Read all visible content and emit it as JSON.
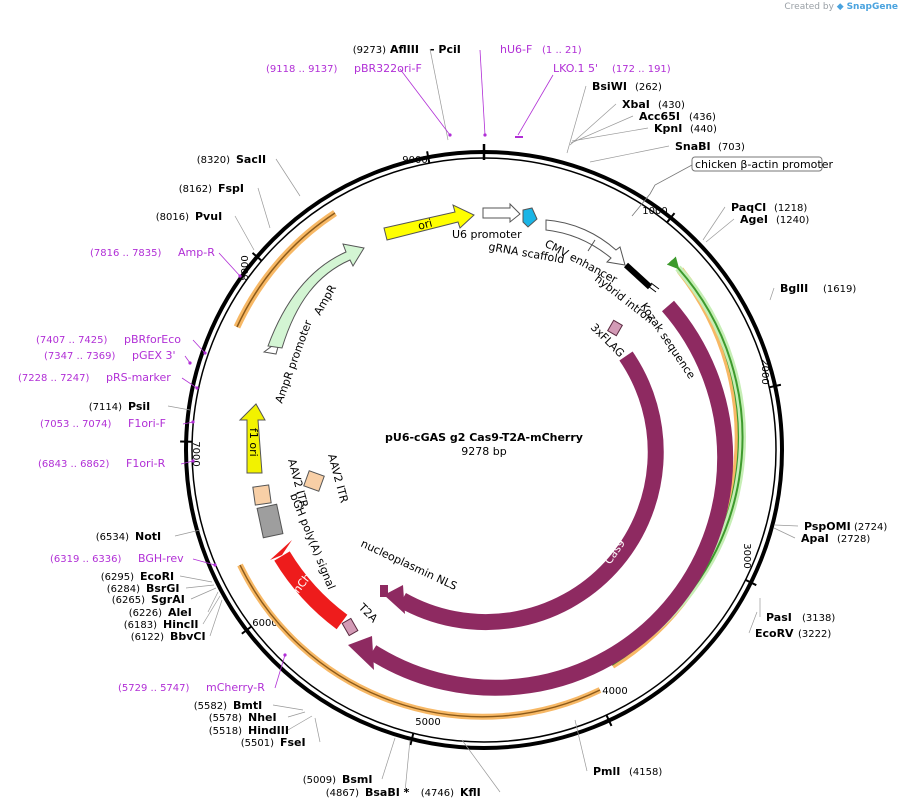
{
  "header": {
    "credit_prefix": "Created by",
    "credit_brand": "SnapGene"
  },
  "plasmid": {
    "name": "pU6-cGAS g2 Cas9-T2A-mCherry",
    "size_label": "9278 bp",
    "length": 9278
  },
  "ticks": [
    "1000",
    "2000",
    "3000",
    "4000",
    "5000",
    "6000",
    "7000",
    "8000",
    "9000"
  ],
  "sites": [
    {
      "name": "AflIII",
      "pos": "(9273)"
    },
    {
      "name": "- PciI",
      "pos": ""
    },
    {
      "name": "BsiWI",
      "pos": "(262)"
    },
    {
      "name": "XbaI",
      "pos": "(430)"
    },
    {
      "name": "Acc65I",
      "pos": "(436)"
    },
    {
      "name": "KpnI",
      "pos": "(440)"
    },
    {
      "name": "SnaBI",
      "pos": "(703)"
    },
    {
      "name": "PaqCI",
      "pos": "(1218)"
    },
    {
      "name": "AgeI",
      "pos": "(1240)"
    },
    {
      "name": "BglII",
      "pos": "(1619)"
    },
    {
      "name": "PspOMI",
      "pos": "(2724)"
    },
    {
      "name": "ApaI",
      "pos": "(2728)"
    },
    {
      "name": "PasI",
      "pos": "(3138)"
    },
    {
      "name": "EcoRV",
      "pos": "(3222)"
    },
    {
      "name": "PmlI",
      "pos": "(4158)"
    },
    {
      "name": "KflI",
      "pos": "(4746)"
    },
    {
      "name": "BsaBI *",
      "pos": "(4867)"
    },
    {
      "name": "BsmI",
      "pos": "(5009)"
    },
    {
      "name": "FseI",
      "pos": "(5501)"
    },
    {
      "name": "HindIII",
      "pos": "(5518)"
    },
    {
      "name": "NheI",
      "pos": "(5578)"
    },
    {
      "name": "BmtI",
      "pos": "(5582)"
    },
    {
      "name": "BbvCI",
      "pos": "(6122)"
    },
    {
      "name": "HincII",
      "pos": "(6183)"
    },
    {
      "name": "AleI",
      "pos": "(6226)"
    },
    {
      "name": "SgrAI",
      "pos": "(6265)"
    },
    {
      "name": "BsrGI",
      "pos": "(6284)"
    },
    {
      "name": "EcoRI",
      "pos": "(6295)"
    },
    {
      "name": "NotI",
      "pos": "(6534)"
    },
    {
      "name": "PsiI",
      "pos": "(7114)"
    },
    {
      "name": "PvuI",
      "pos": "(8016)"
    },
    {
      "name": "FspI",
      "pos": "(8162)"
    },
    {
      "name": "SacII",
      "pos": "(8320)"
    }
  ],
  "primers": [
    {
      "name": "hU6-F",
      "range": "(1 .. 21)"
    },
    {
      "name": "LKO.1 5'",
      "range": "(172 .. 191)"
    },
    {
      "name": "pBR322ori-F",
      "range": "(9118 .. 9137)"
    },
    {
      "name": "Amp-R",
      "range": "(7816 .. 7835)"
    },
    {
      "name": "pBRforEco",
      "range": "(7407 .. 7425)"
    },
    {
      "name": "pGEX 3'",
      "range": "(7347 .. 7369)"
    },
    {
      "name": "pRS-marker",
      "range": "(7228 .. 7247)"
    },
    {
      "name": "F1ori-F",
      "range": "(7053 .. 7074)"
    },
    {
      "name": "F1ori-R",
      "range": "(6843 .. 6862)"
    },
    {
      "name": "BGH-rev",
      "range": "(6319 .. 6336)"
    },
    {
      "name": "mCherry-R",
      "range": "(5729 .. 5747)"
    }
  ],
  "features": {
    "chicken_promoter": "chicken β-actin promoter",
    "ori": "ori",
    "u6_promoter": "U6 promoter",
    "grna_scaffold": "gRNA scaffold",
    "cmv_enhancer": "CMV enhancer",
    "hybrid_intron": "hybrid intron",
    "kozak": "Kozak sequence",
    "flag": "3xFLAG",
    "cas9_inner": "Cas9",
    "cas9_outer": "Cas9",
    "nls": "nucleoplasmin NLS",
    "t2a": "T2A",
    "mcherry": "mCherry",
    "bgh": "bGH poly(A) signal",
    "aav2_itr_left": "AAV2 ITR",
    "aav2_itr_right": "AAV2 ITR",
    "f1_ori": "f1 ori",
    "ampr_promoter": "AmpR promoter",
    "ampr": "AmpR"
  },
  "colors": {
    "backbone": "#000000",
    "cas9": "#8e2a61",
    "mcherry": "#ee1c1c",
    "ori": "#ffff00",
    "ampr": "#d3f5d3",
    "f1_ori": "#f2f200",
    "cds_outline_orange": "#f7b865",
    "green_marker": "#3d9a2d",
    "primer": "#b12fd6",
    "u6_scaffold": "#1ab5e6",
    "itr_light": "#f8cfa6",
    "bgh_grey": "#9e9e9e",
    "flag_pink": "#d39bb6"
  }
}
